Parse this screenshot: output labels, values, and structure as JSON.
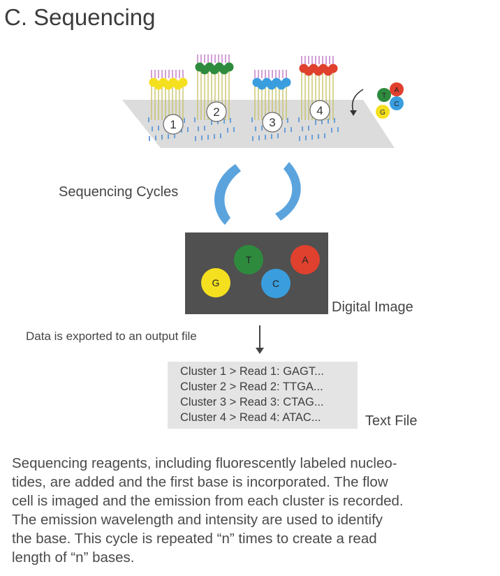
{
  "title": "C. Sequencing",
  "flow_cell": {
    "clusters": [
      {
        "number": "1",
        "color": "#f5e020"
      },
      {
        "number": "2",
        "color": "#2e8b3e"
      },
      {
        "number": "3",
        "color": "#3a9ede"
      },
      {
        "number": "4",
        "color": "#e0402e"
      }
    ],
    "reagent_bases": [
      {
        "letter": "A",
        "color": "#e0402e"
      },
      {
        "letter": "T",
        "color": "#2e8b3e"
      },
      {
        "letter": "C",
        "color": "#3a9ede"
      },
      {
        "letter": "G",
        "color": "#f5e020"
      }
    ]
  },
  "cycles_label": "Sequencing Cycles",
  "digital_image": {
    "label": "Digital Image",
    "spots": [
      {
        "letter": "T",
        "color": "#2e8b3e"
      },
      {
        "letter": "A",
        "color": "#e0402e"
      },
      {
        "letter": "G",
        "color": "#f5e020"
      },
      {
        "letter": "C",
        "color": "#3a9ede"
      }
    ]
  },
  "export_label": "Data is exported to an output file",
  "text_file": {
    "label": "Text File",
    "lines": [
      "Cluster 1 > Read 1: GAGT...",
      "Cluster 2 > Read 2: TTGA...",
      "Cluster 3 > Read 3: CTAG...",
      "Cluster 4 > Read 4: ATAC..."
    ]
  },
  "description_lines": [
    "Sequencing reagents, including fluorescently labeled nucleo-",
    "tides, are added and the first base is incorporated. The flow",
    "cell is imaged and the emission from each cluster is recorded.",
    "The emission wavelength and intensity are used to identify",
    "the base. This cycle is repeated “n” times to create a read",
    "length of “n” bases."
  ]
}
